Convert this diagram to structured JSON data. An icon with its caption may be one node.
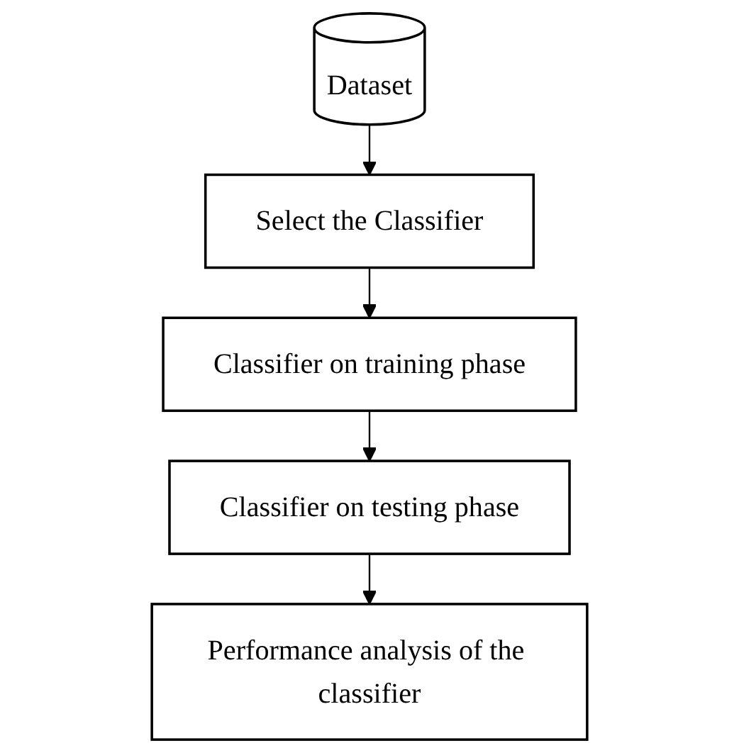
{
  "diagram": {
    "nodes": [
      {
        "text": [
          "Dataset"
        ]
      },
      {
        "text": [
          "Select the Classifier"
        ]
      },
      {
        "text": [
          "Classifier on training phase"
        ]
      },
      {
        "text": [
          "Classifier on testing phase"
        ]
      },
      {
        "text": [
          "Performance analysis of the classifier"
        ]
      }
    ],
    "edges": [
      {
        "from": 0,
        "to": 1,
        "arrow": "to"
      },
      {
        "from": 1,
        "to": 2,
        "arrow": "to"
      },
      {
        "from": 2,
        "to": 3,
        "arrow": "to"
      },
      {
        "from": 3,
        "to": 4,
        "arrow": "to"
      }
    ]
  }
}
